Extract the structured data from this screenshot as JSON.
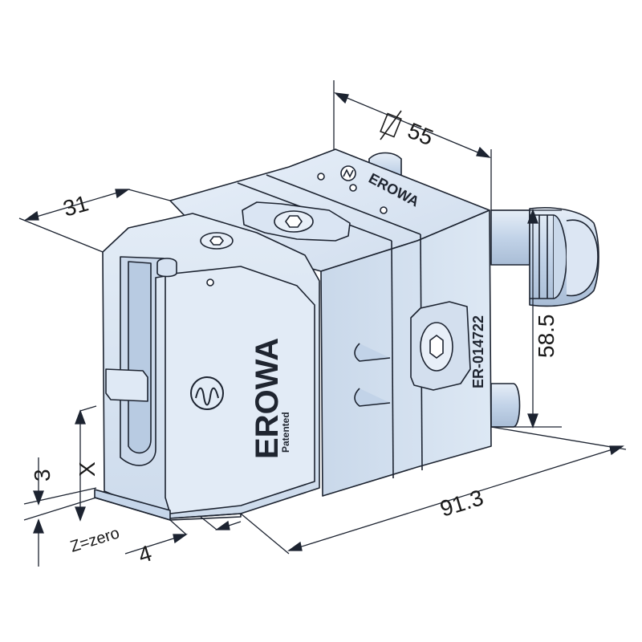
{
  "dimensions": {
    "diameter": "55",
    "width_top": "31",
    "height": "58.5",
    "length": "91.3",
    "offset_3": "3",
    "offset_4": "4",
    "axis_x": "X",
    "z_zero": "Z=zero"
  },
  "labels": {
    "brand_front": "EROWA",
    "patented": "Patented",
    "part_number": "ER-014722",
    "brand_top": "EROWA"
  },
  "colors": {
    "body_light": "#dfe9f5",
    "body_mid": "#c6d6ea",
    "body_dark": "#a9bdd6",
    "outline": "#1c2330"
  },
  "icons": [
    "diameter-symbol",
    "erowa-logo-icon",
    "hex-socket-screw-icon"
  ]
}
